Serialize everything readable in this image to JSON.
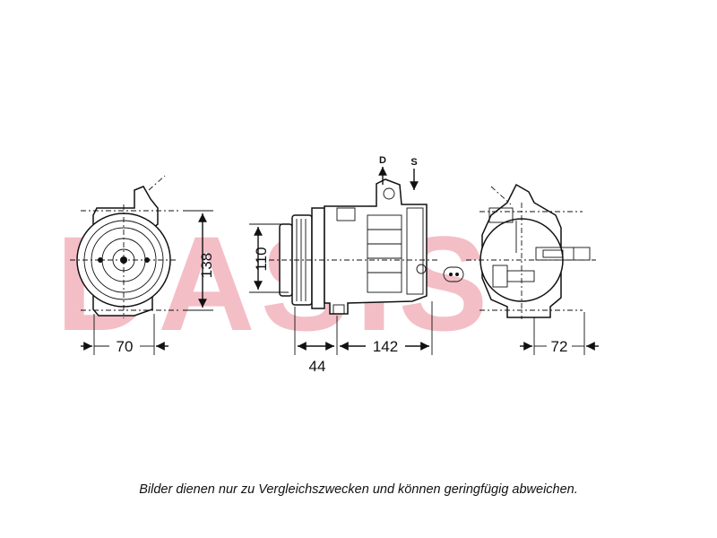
{
  "watermark": {
    "text": "DASIS",
    "color": "#f0a8b4",
    "blue": "#b8c4e8"
  },
  "labels": {
    "discharge": "D",
    "suction": "S"
  },
  "dimensions": {
    "front_width": "70",
    "front_height": "138",
    "pulley_diameter": "110",
    "pulley_length": "44",
    "body_length": "142",
    "rear_width": "72"
  },
  "caption": "Bilder dienen nur zu Vergleichszwecken und können geringfügig abweichen."
}
